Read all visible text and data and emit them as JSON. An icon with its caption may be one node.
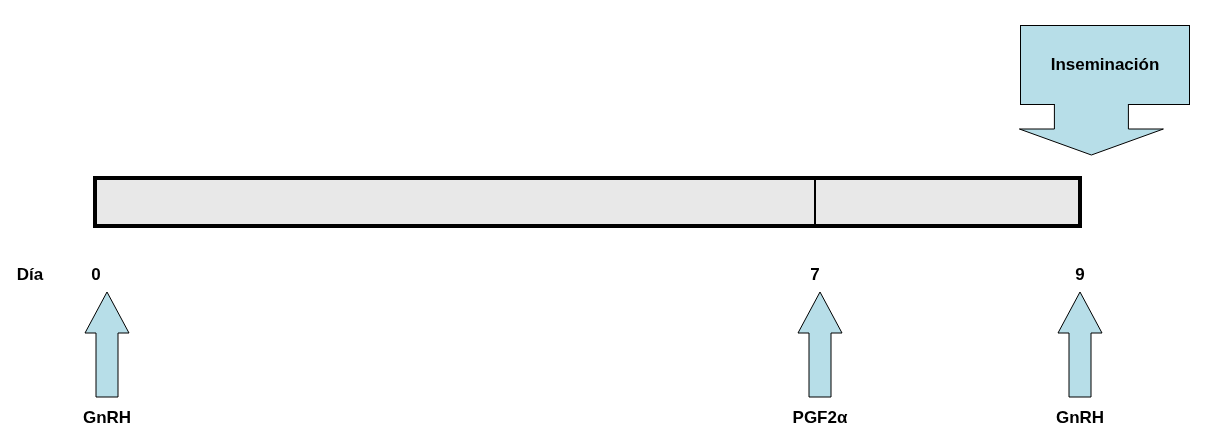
{
  "diagram": {
    "nodes": [
      {
        "text": [
          "Inseminación"
        ]
      },
      {
        "text": [],
        "shape": "bar"
      },
      {
        "text": [
          "GnRH"
        ]
      },
      {
        "text": [
          "PGF2α"
        ]
      },
      {
        "text": [
          "GnRH"
        ]
      }
    ],
    "edges": [
      {
        "from": 0,
        "to": null,
        "arrow": "to"
      },
      {
        "from": 2,
        "to": null,
        "arrow": "to"
      },
      {
        "from": 3,
        "to": null,
        "arrow": "to"
      },
      {
        "from": 4,
        "to": null,
        "arrow": "to"
      }
    ],
    "labels": [
      "Día",
      "0",
      "7",
      "9"
    ]
  }
}
